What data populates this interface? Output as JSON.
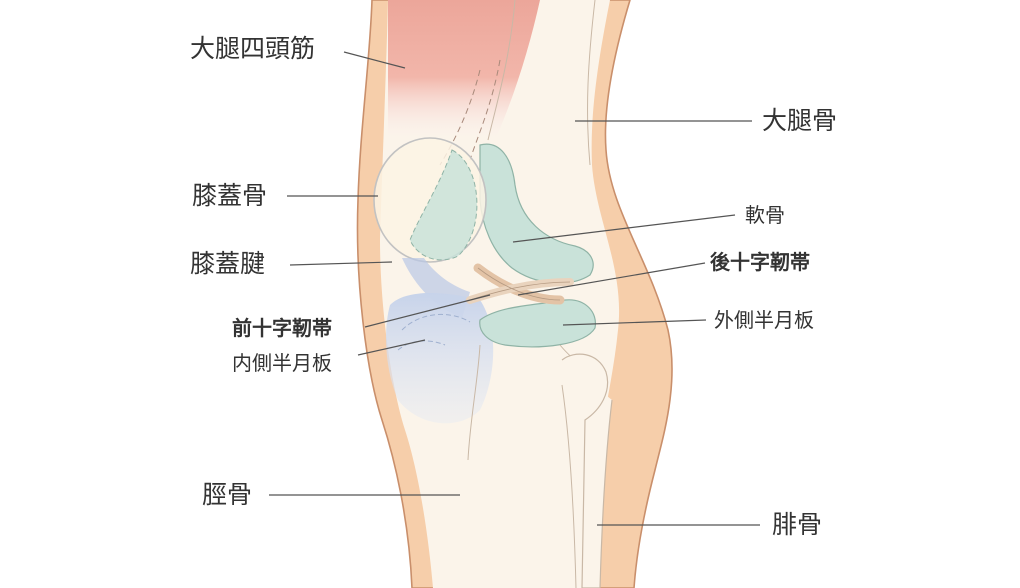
{
  "labels": {
    "quadriceps": "大腿四頭筋",
    "femur": "大腿骨",
    "patella": "膝蓋骨",
    "cartilage": "軟骨",
    "patellar_tendon": "膝蓋腱",
    "pcl": "後十字靭帯",
    "acl": "前十字靭帯",
    "lateral_meniscus": "外側半月板",
    "medial_meniscus": "内側半月板",
    "tibia": "脛骨",
    "fibula": "腓骨"
  },
  "colors": {
    "skin": "#f6ceaa",
    "skin_outline": "#c98f6b",
    "bone": "#fbf4ea",
    "muscle": "#eca69a",
    "cartilage": "#c9e2d9",
    "meniscus": "#c7d3ea",
    "leader_line": "#555555"
  }
}
